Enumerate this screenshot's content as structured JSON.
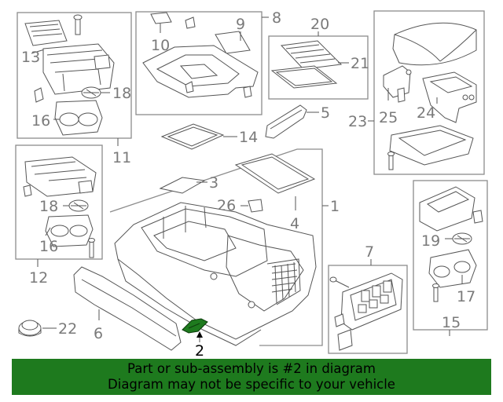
{
  "callouts": {
    "c1": "1",
    "c2": "2",
    "c3": "3",
    "c4": "4",
    "c5": "5",
    "c6": "6",
    "c7": "7",
    "c8": "8",
    "c9": "9",
    "c10": "10",
    "c11": "11",
    "c12": "12",
    "c13": "13",
    "c14": "14",
    "c15": "15",
    "c16a": "16",
    "c16b": "16",
    "c17": "17",
    "c18a": "18",
    "c18b": "18",
    "c19": "19",
    "c20": "20",
    "c21": "21",
    "c22": "22",
    "c23": "23",
    "c24": "24",
    "c25": "25",
    "c26": "26"
  },
  "highlighted_part": "2",
  "colors": {
    "banner_bg": "#1e7a1e",
    "highlight_part": "#1e7a1e",
    "line": "#555555",
    "callout_text": "#7a7a7a"
  },
  "banner": {
    "line1": "Part or sub-assembly is #2 in diagram",
    "line2": "Diagram may not be specific to your vehicle"
  }
}
